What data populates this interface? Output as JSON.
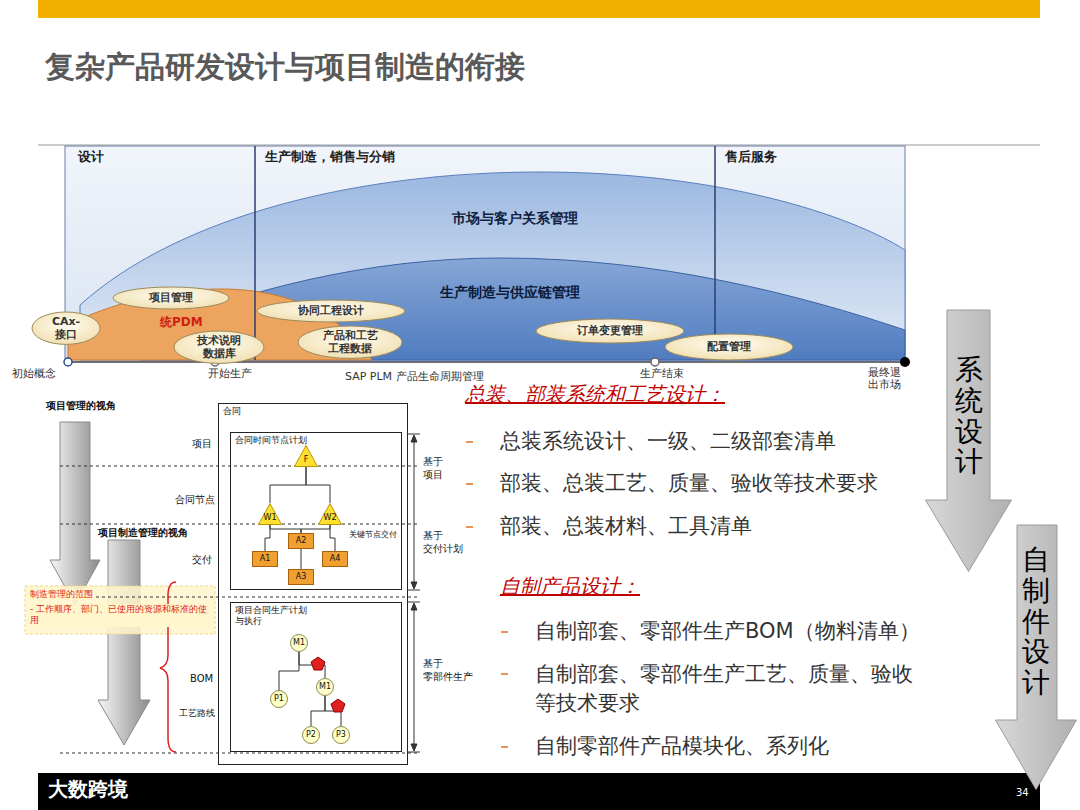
{
  "diagram": {
    "title": "复杂产品研发设计与项目制造的衔接",
    "nodes": [
      {
        "text": [
          "项目管理"
        ]
      },
      {
        "text": [
          "CAx- 接口"
        ]
      },
      {
        "text": [
          "技术说明 数据库"
        ]
      },
      {
        "text": [
          "协同工程设计"
        ]
      },
      {
        "text": [
          "产品和工艺 工程数据"
        ]
      },
      {
        "text": [
          "订单变更管理"
        ]
      },
      {
        "text": [
          "配置管理"
        ]
      },
      {
        "text": [
          "系统设计"
        ]
      },
      {
        "text": [
          "自制件设计"
        ]
      },
      {
        "text": [
          "合同"
        ]
      },
      {
        "text": [
          "合同时间节点计划"
        ],
        "in": 9
      },
      {
        "text": [
          "F"
        ],
        "in": 10
      },
      {
        "text": [
          "W1"
        ],
        "in": 10
      },
      {
        "text": [
          "W2"
        ],
        "in": 10
      },
      {
        "text": [
          "A2"
        ],
        "in": 10
      },
      {
        "text": [
          "A1"
        ],
        "in": 10
      },
      {
        "text": [
          "A4"
        ],
        "in": 10
      },
      {
        "text": [
          "A3"
        ],
        "in": 10
      },
      {
        "text": [
          "项目合同生产计划 与执行"
        ],
        "in": 9
      },
      {
        "text": [
          "M1"
        ],
        "in": 18
      },
      {
        "text": [
          "P1"
        ],
        "in": 18
      },
      {
        "text": [
          "M1"
        ],
        "in": 18
      },
      {
        "text": [
          "P2"
        ],
        "in": 18
      },
      {
        "text": [
          "P3"
        ],
        "in": 18
      }
    ],
    "edges": [
      {
        "from": 11,
        "to": 12,
        "arrow": "none"
      },
      {
        "from": 11,
        "to": 13,
        "arrow": "none"
      },
      {
        "from": 12,
        "to": 15,
        "arrow": "none"
      },
      {
        "from": 12,
        "to": 14,
        "arrow": "none"
      },
      {
        "from": 13,
        "to": 14,
        "arrow": "none"
      },
      {
        "from": 13,
        "to": 16,
        "arrow": "none"
      },
      {
        "from": 14,
        "to": 17,
        "arrow": "none"
      },
      {
        "from": 19,
        "to": 20,
        "arrow": "none"
      },
      {
        "from": 19,
        "to": 21,
        "arrow": "none"
      },
      {
        "from": 21,
        "to": 22,
        "arrow": "none"
      },
      {
        "from": 21,
        "to": 23,
        "arrow": "none"
      }
    ],
    "labels": [
      "设计",
      "生产制造，销售与分销",
      "售后服务",
      "市场与客户关系管理",
      "生产制造与供应链管理",
      "统PDM",
      "初始概念",
      "开始生产",
      "SAP PLM 产品生命周期管理",
      "生产结束",
      "最终退 出市场",
      "项目管理的视角",
      "项目制造管理的视角",
      "制造管理的范围",
      "- 工作顺序、部门、已使用的资源和标准的使用",
      "项目",
      "合同节点",
      "交付",
      "BOM",
      "工艺路线",
      "关键节点交付",
      "基于 项目",
      "基于 交付计划",
      "基于 零部件生产",
      "总装、部装系统和工艺设计：",
      "总装系统设计、一级、二级部套清单",
      "部装、总装工艺、质量、验收等技术要求",
      "部装、总装材料、工具清单",
      "自制产品设计：",
      "自制部套、零部件生产BOM（物料清单）",
      "自制部套、零部件生产工艺、质量、验收 等技术要求",
      "自制零部件产品模块化、系列化",
      "大数跨境",
      "34"
    ]
  }
}
